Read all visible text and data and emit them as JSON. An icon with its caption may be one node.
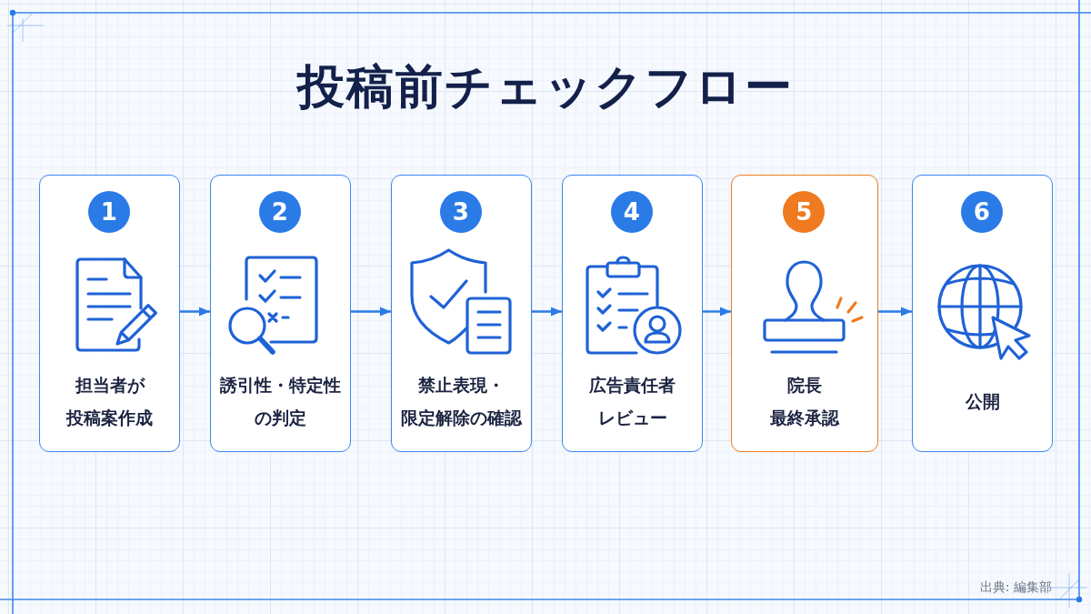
{
  "diagram": {
    "title": "投稿前チェックフロー",
    "nodes": [
      {
        "text": [
          "1",
          "担当者が投稿案作成"
        ]
      },
      {
        "text": [
          "2",
          "誘引性・特定性の判定"
        ]
      },
      {
        "text": [
          "3",
          "禁止表現・限定解除の確認"
        ]
      },
      {
        "text": [
          "4",
          "広告責任者レビュー"
        ]
      },
      {
        "text": [
          "5",
          "院長最終承認"
        ]
      },
      {
        "text": [
          "6",
          "公開"
        ]
      }
    ],
    "edges": [
      {
        "from": 0,
        "to": 1,
        "arrow": "to"
      },
      {
        "from": 1,
        "to": 2,
        "arrow": "to"
      },
      {
        "from": 2,
        "to": 3,
        "arrow": "to"
      },
      {
        "from": 3,
        "to": 4,
        "arrow": "to"
      },
      {
        "from": 4,
        "to": 5,
        "arrow": "to"
      }
    ],
    "labels": [
      "出典: 編集部"
    ]
  }
}
